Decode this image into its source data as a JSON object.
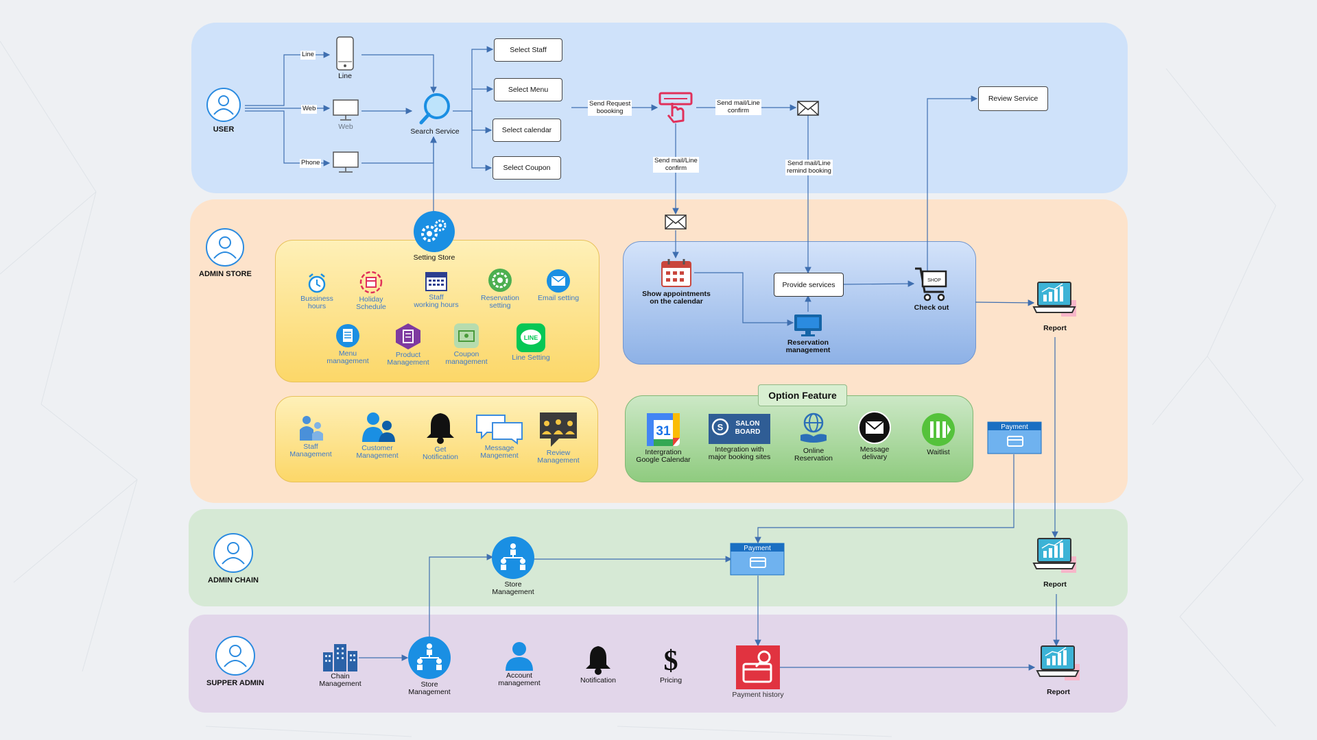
{
  "roles": {
    "user": "USER",
    "admin_store": "ADMIN STORE",
    "admin_chain": "ADMIN CHAIN",
    "super_admin": "SUPPER ADMIN"
  },
  "channels": {
    "line_edge": "Line",
    "line_device": "Line",
    "web_edge": "Web",
    "web_device": "Web",
    "phone_edge": "Phone"
  },
  "search_service": "Search Service",
  "select_boxes": [
    "Select Staff",
    "Select Menu",
    "Select calendar",
    "Select Coupon"
  ],
  "edge_labels": {
    "send_request": "Send Request\nboooking",
    "send_confirm_top": "Send mail/Line\nconfirm",
    "send_confirm_down": "Send mail/Line\nconfirm",
    "send_remind": "Send mail/Line\nremind booking"
  },
  "review_service": "Review Service",
  "setting_store": "Setting Store",
  "settings_items": [
    "Bussiness\nhours",
    "Holiday\nSchedule",
    "Staff\nworking hours",
    "Reservation\nsetting",
    "Email setting",
    "Menu\nmanagement",
    "Product\nManagement",
    "Coupon\nmanagement",
    "Line Setting"
  ],
  "management_items": [
    "Staff\nManagement",
    "Customer\nManagement",
    "Get\nNotification",
    "Message\nMangement",
    "Review\nManagement"
  ],
  "booking": {
    "calendar": "Show appointments\non the calendar",
    "provide": "Provide services",
    "reservation": "Reservation\nmanagement",
    "checkout": "Check out",
    "shop_sign": "SHOP"
  },
  "option_feature": {
    "title": "Option Feature",
    "items": [
      "Intergration\nGoogle Calendar",
      "Integration with\nmajor booking sites",
      "Online\nReservation",
      "Message\ndelivary",
      "Waitlist"
    ],
    "google_day": "31",
    "salon_board": "SALON\nBOARD"
  },
  "payment_label": "Payment",
  "report_label": "Report",
  "chain": {
    "store_management": "Store\nManagement"
  },
  "super": {
    "chain_management": "Chain\nManagement",
    "store_management": "Store\nManagement",
    "account_management": "Account\nmanagement",
    "notification": "Notification",
    "pricing": "Pricing",
    "payment_history": "Payment history"
  },
  "colors": {
    "accent_blue": "#1a8fe3",
    "arrow": "#3f6fb0",
    "payment_red": "#e13340",
    "line_green": "#06c755",
    "waitlist_green": "#55c23b"
  }
}
